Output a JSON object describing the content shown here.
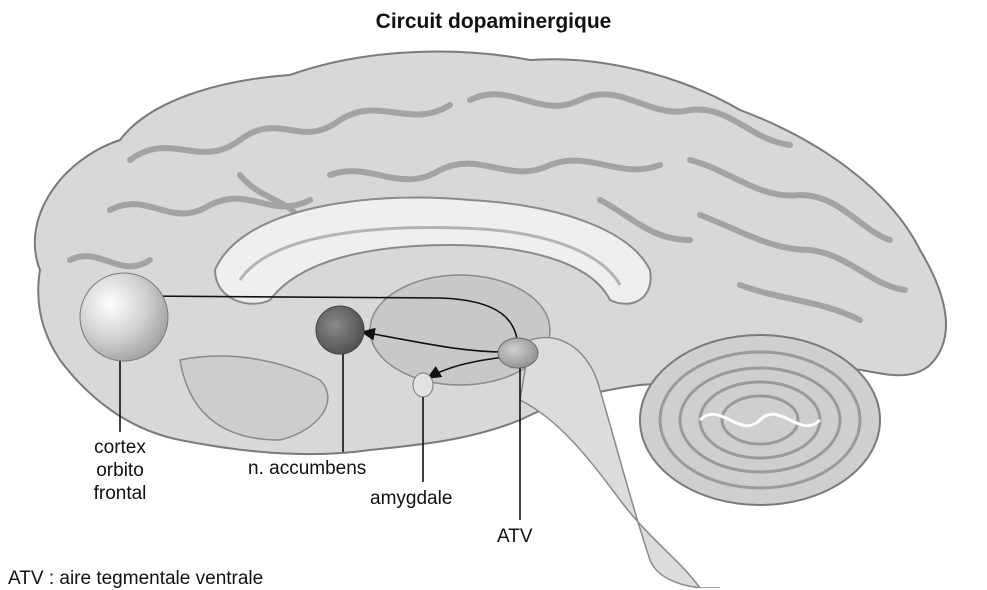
{
  "title": "Circuit dopaminergique",
  "labels": {
    "cortex_orbito_frontal": [
      "cortex",
      "orbito",
      "frontal"
    ],
    "n_accumbens": "n. accumbens",
    "amygdale": "amygdale",
    "atv": "ATV"
  },
  "legend_note": "ATV : aire tegmentale ventrale",
  "colors": {
    "brain_fill": "#d7d7d7",
    "sulcus": "#9a9a9a",
    "cerebellum": "#c9c9c9",
    "arrow": "#111111"
  }
}
